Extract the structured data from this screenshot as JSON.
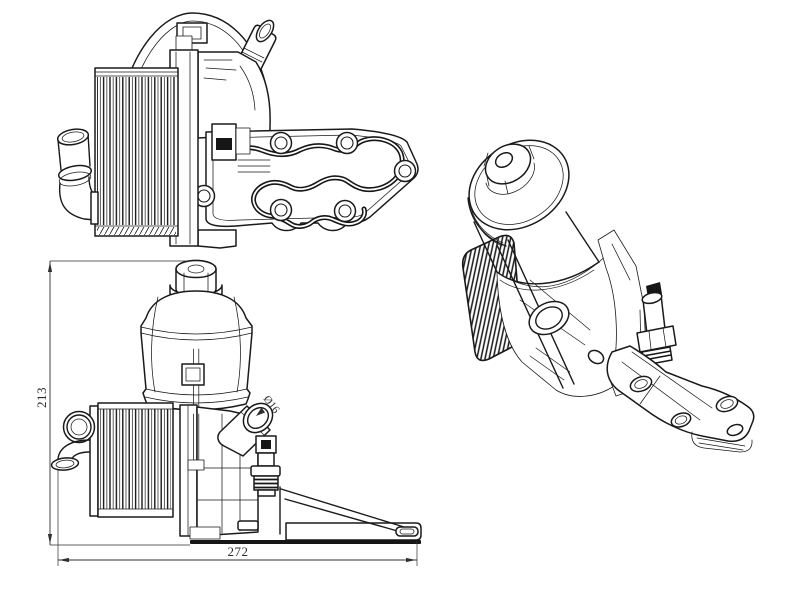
{
  "page": {
    "background_color": "#ffffff",
    "line_color": "#1a1a1a"
  },
  "dimensions": {
    "height_label": "213",
    "width_label": "272",
    "diameter_label": "Ø16"
  }
}
